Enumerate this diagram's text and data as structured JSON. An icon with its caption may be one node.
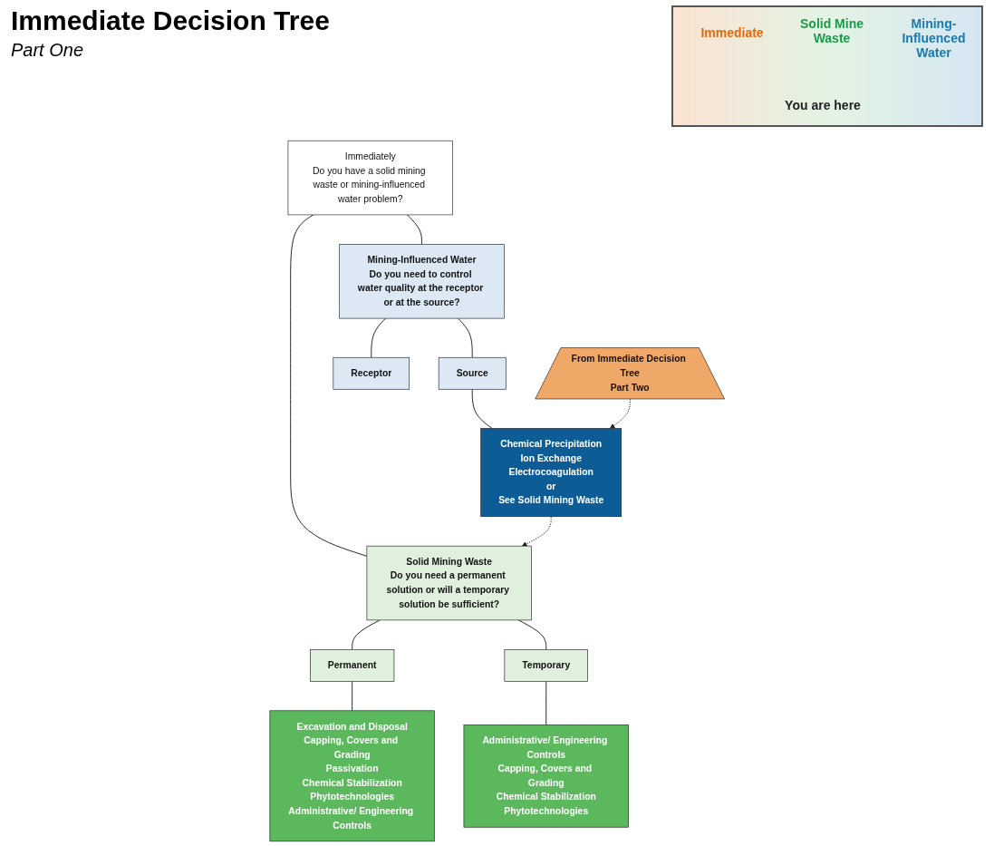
{
  "diagram": {
    "title": "Immediate Decision Tree",
    "nodes": [
      {
        "text": [
          "Immediately",
          "Do you have a solid mining waste or mining-influenced water problem?"
        ]
      },
      {
        "text": [
          "Solid Mining Waste",
          "Do you need a permanent solution or will a temporary solution be sufficient?"
        ]
      },
      {
        "text": [
          "Mining-Influenced Water",
          "Do you need to control water quality at the receptor or at the source?"
        ]
      },
      {
        "text": [
          "Permanent"
        ]
      },
      {
        "text": [
          "Temporary"
        ]
      },
      {
        "text": [
          "Source"
        ]
      },
      {
        "text": [
          "Receptor"
        ]
      },
      {
        "text": [
          "Excavation and Disposal",
          "Capping, Covers and Grading",
          "Passivation",
          "Chemical Stabilization",
          "Phytotechnologies",
          "Administrative/ Engineering Controls"
        ]
      },
      {
        "text": [
          "Administrative/ Engineering Controls",
          "Capping, Covers and Grading",
          "Chemical Stabilization",
          "Phytotechnologies"
        ]
      },
      {
        "text": [
          "Chemical Precipitation",
          "Ion Exchange",
          "Electrocoagulation",
          "or",
          "See Solid Mining Waste"
        ]
      },
      {
        "text": [
          "From Immediate Decision Tree",
          "Part Two"
        ]
      }
    ],
    "edges": [
      {
        "from": 0,
        "to": 1,
        "arrow": "none"
      },
      {
        "from": 0,
        "to": 2,
        "arrow": "none"
      },
      {
        "from": 1,
        "to": 3,
        "arrow": "none"
      },
      {
        "from": 1,
        "to": 4,
        "arrow": "none"
      },
      {
        "from": 2,
        "to": 5,
        "arrow": "none"
      },
      {
        "from": 2,
        "to": 6,
        "arrow": "none"
      },
      {
        "from": 3,
        "to": 7,
        "arrow": "none"
      },
      {
        "from": 4,
        "to": 8,
        "arrow": "none"
      },
      {
        "from": 5,
        "to": 9,
        "arrow": "none"
      },
      {
        "from": 9,
        "to": 1,
        "arrow": "to",
        "style": "dashed"
      },
      {
        "from": 10,
        "to": 9,
        "arrow": "to",
        "style": "dashed"
      }
    ],
    "labels": [
      "Part One",
      "Immediate",
      "Solid Mine Waste",
      "Mining-Influenced Water",
      "You are here"
    ]
  }
}
